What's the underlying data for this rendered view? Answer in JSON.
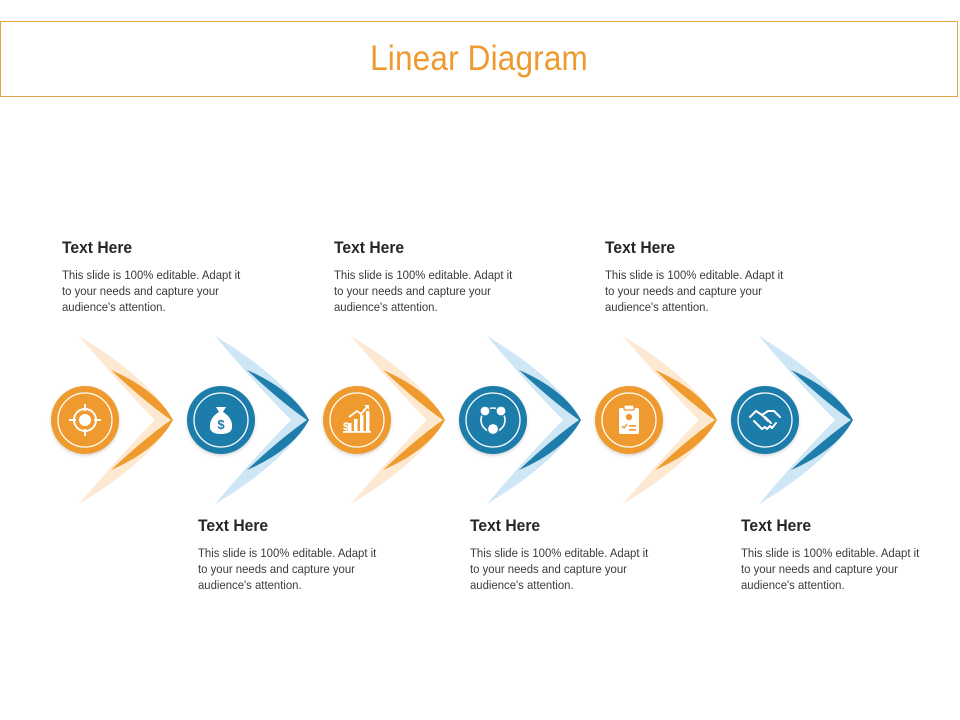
{
  "slide": {
    "title": "Linear Diagram"
  },
  "colors": {
    "orange": "#ef9a2f",
    "orange_light": "#fde9d2",
    "blue": "#1f7dab",
    "blue_light": "#cfe7f4",
    "title_border": "#e6a447"
  },
  "steps": [
    {
      "heading": "Text Here",
      "body": "This slide is 100% editable. Adapt it to your needs and capture your audience's attention.",
      "color": "orange",
      "icon": "target-icon",
      "position": "top"
    },
    {
      "heading": "Text Here",
      "body": "This slide is 100% editable. Adapt it to your needs and capture your audience's attention.",
      "color": "blue",
      "icon": "money-bag-icon",
      "position": "bottom"
    },
    {
      "heading": "Text Here",
      "body": "This slide is 100% editable. Adapt it to your needs and capture your audience's attention.",
      "color": "orange",
      "icon": "growth-chart-icon",
      "position": "top"
    },
    {
      "heading": "Text Here",
      "body": "This slide is 100% editable. Adapt it to your needs and capture your audience's attention.",
      "color": "blue",
      "icon": "team-network-icon",
      "position": "bottom"
    },
    {
      "heading": "Text Here",
      "body": "This slide is 100% editable. Adapt it to your needs and capture your audience's attention.",
      "color": "orange",
      "icon": "clipboard-checklist-icon",
      "position": "top"
    },
    {
      "heading": "Text Here",
      "body": "This slide is 100% editable. Adapt it to your needs and capture your audience's attention.",
      "color": "blue",
      "icon": "handshake-icon",
      "position": "bottom"
    }
  ]
}
